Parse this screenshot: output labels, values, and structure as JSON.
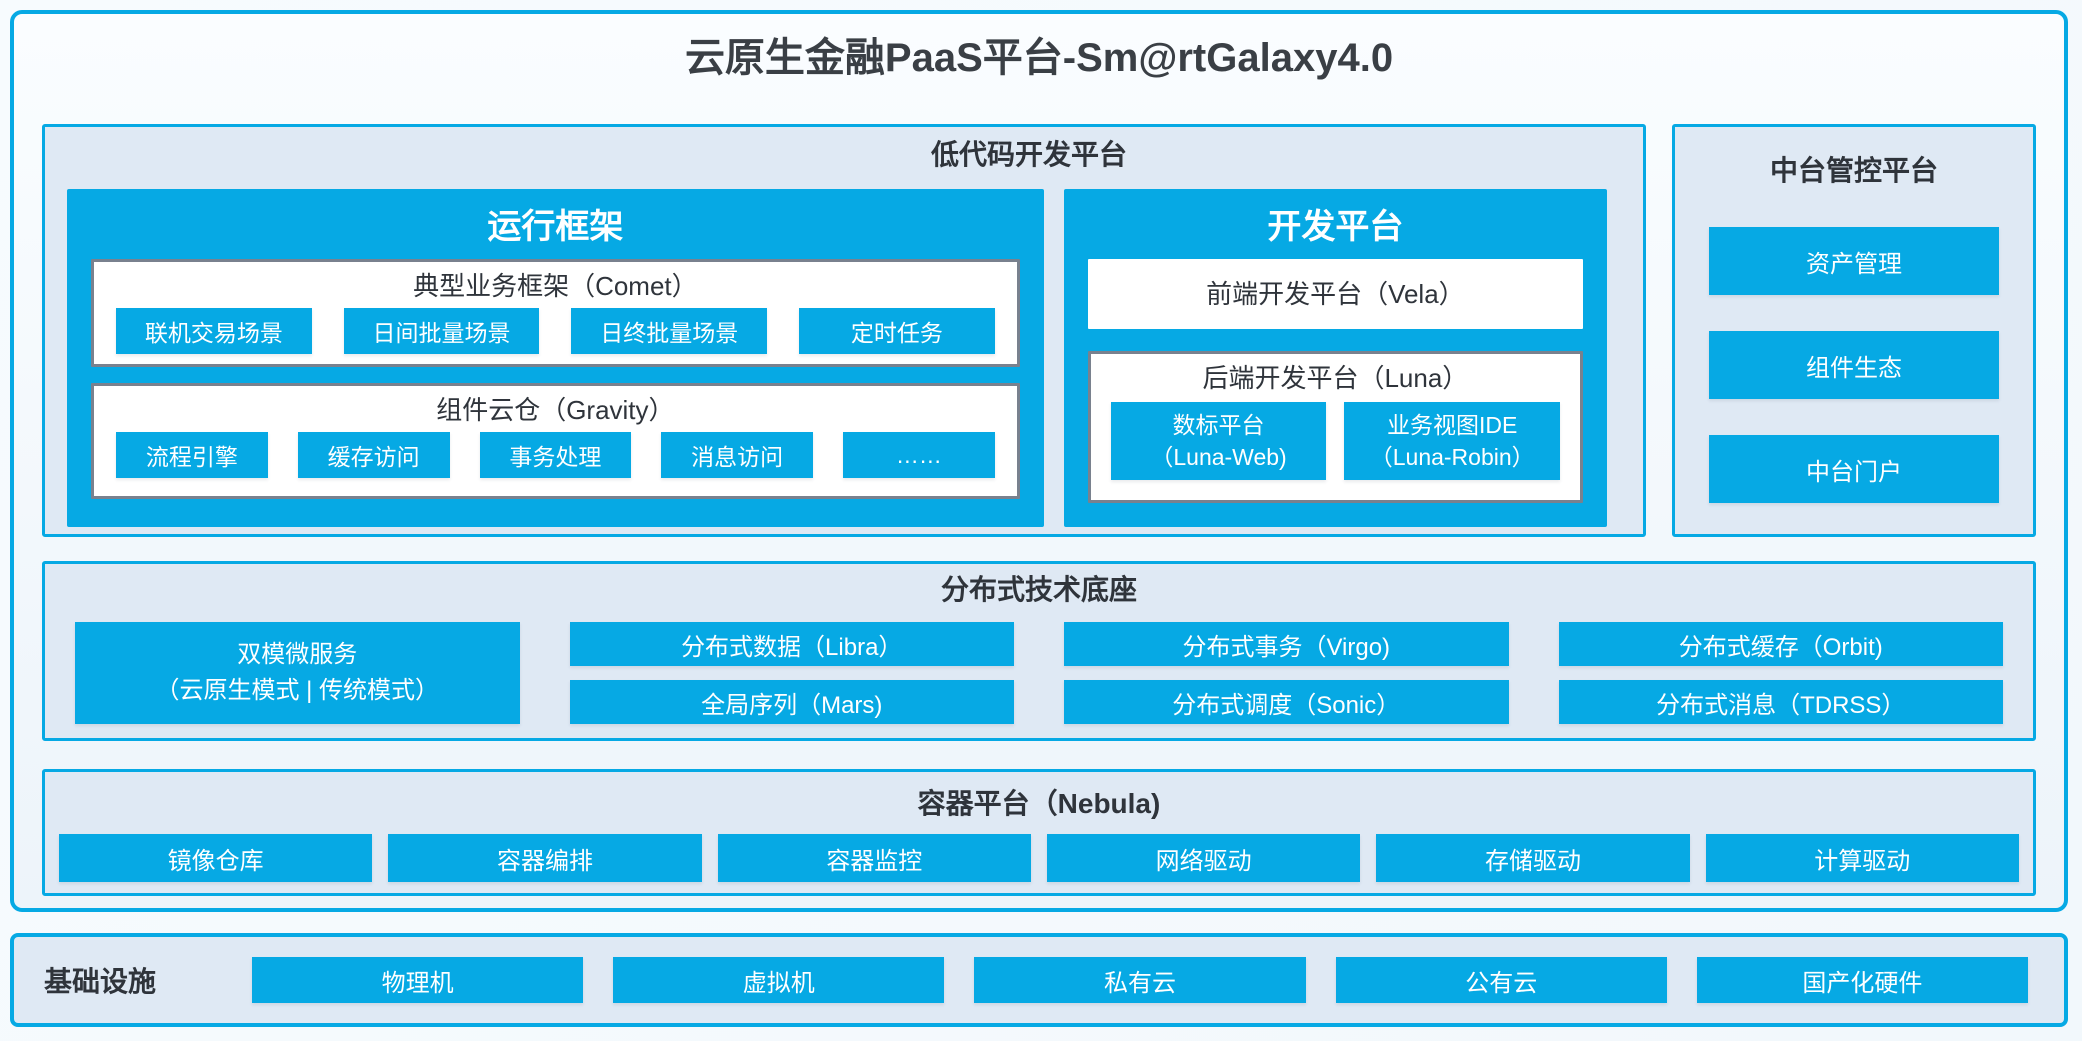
{
  "page": {
    "title": "云原生金融PaaS平台-Sm@rtGalaxy4.0"
  },
  "colors": {
    "accent_blue": "#06a9e4",
    "section_bg": "#dfe9f4",
    "panel_bg": "#f5fafd",
    "gray_border": "#79818e",
    "dark_text": "#2f343b",
    "chip_text": "#ffffff"
  },
  "lowcode": {
    "header": "低代码开发平台",
    "runtime": {
      "title": "运行框架",
      "groups": [
        {
          "title": "典型业务框架（Comet）",
          "chips": [
            "联机交易场景",
            "日间批量场景",
            "日终批量场景",
            "定时任务"
          ]
        },
        {
          "title": "组件云仓（Gravity）",
          "chips": [
            "流程引擎",
            "缓存访问",
            "事务处理",
            "消息访问",
            "……"
          ]
        }
      ]
    },
    "dev": {
      "title": "开发平台",
      "frontend": "前端开发平台（Vela）",
      "backend": {
        "title": "后端开发平台（Luna）",
        "chips": [
          {
            "line1": "数标平台",
            "line2": "（Luna-Web)"
          },
          {
            "line1": "业务视图IDE",
            "line2": "（Luna-Robin）"
          }
        ]
      }
    }
  },
  "console": {
    "header": "中台管控平台",
    "chips": [
      "资产管理",
      "组件生态",
      "中台门户"
    ]
  },
  "distributed": {
    "header": "分布式技术底座",
    "featured": {
      "line1": "双模微服务",
      "line2": "（云原生模式 | 传统模式）"
    },
    "columns": [
      [
        "分布式数据（Libra）",
        "全局序列（Mars)"
      ],
      [
        "分布式事务（Virgo)",
        "分布式调度（Sonic）"
      ],
      [
        "分布式缓存（Orbit)",
        "分布式消息（TDRSS）"
      ]
    ]
  },
  "container_platform": {
    "header": "容器平台（Nebula)",
    "chips": [
      "镜像仓库",
      "容器编排",
      "容器监控",
      "网络驱动",
      "存储驱动",
      "计算驱动"
    ]
  },
  "infrastructure": {
    "label": "基础设施",
    "chips": [
      "物理机",
      "虚拟机",
      "私有云",
      "公有云",
      "国产化硬件"
    ]
  }
}
